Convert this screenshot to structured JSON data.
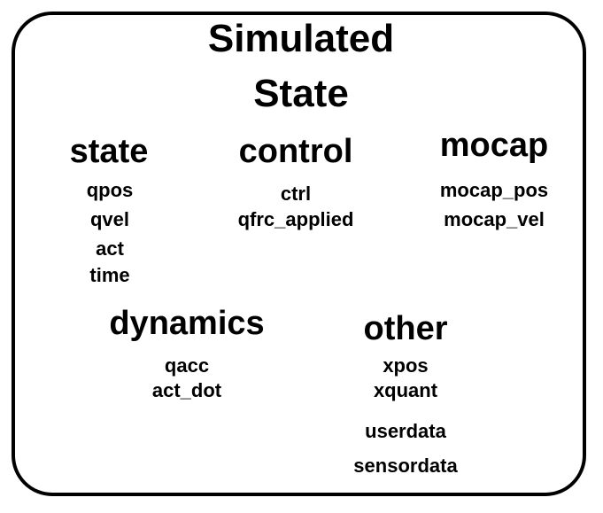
{
  "title_line1": "Simulated",
  "title_line2": "State",
  "groups": {
    "state": {
      "heading": "state",
      "items": [
        "qpos",
        "qvel",
        "act",
        "time"
      ]
    },
    "control": {
      "heading": "control",
      "items": [
        "ctrl",
        "qfrc_applied"
      ]
    },
    "mocap": {
      "heading": "mocap",
      "items": [
        "mocap_pos",
        "mocap_vel"
      ]
    },
    "dynamics": {
      "heading": "dynamics",
      "items": [
        "qacc",
        "act_dot"
      ]
    },
    "other": {
      "heading": "other",
      "items": [
        "xpos",
        "xquant",
        "userdata",
        "sensordata"
      ]
    }
  }
}
